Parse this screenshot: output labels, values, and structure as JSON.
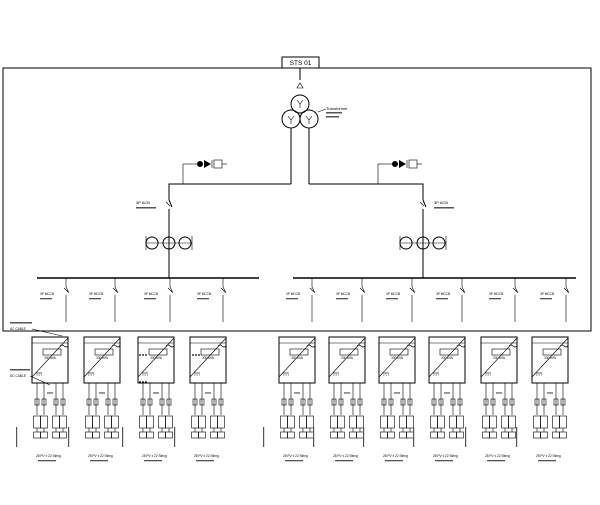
{
  "station": {
    "label": "STS 01"
  },
  "transformer": {
    "label": "Transformer"
  },
  "acb": {
    "left": "3P ACB",
    "right": "3P ACB"
  },
  "mccb": {
    "label": "3P MCCB"
  },
  "cables": {
    "ac": "AC CABLE",
    "dc": "DC CABLE"
  },
  "inverter": {
    "rating": "330 kVA"
  },
  "strings": {
    "label": "28 PV x 22 String"
  }
}
